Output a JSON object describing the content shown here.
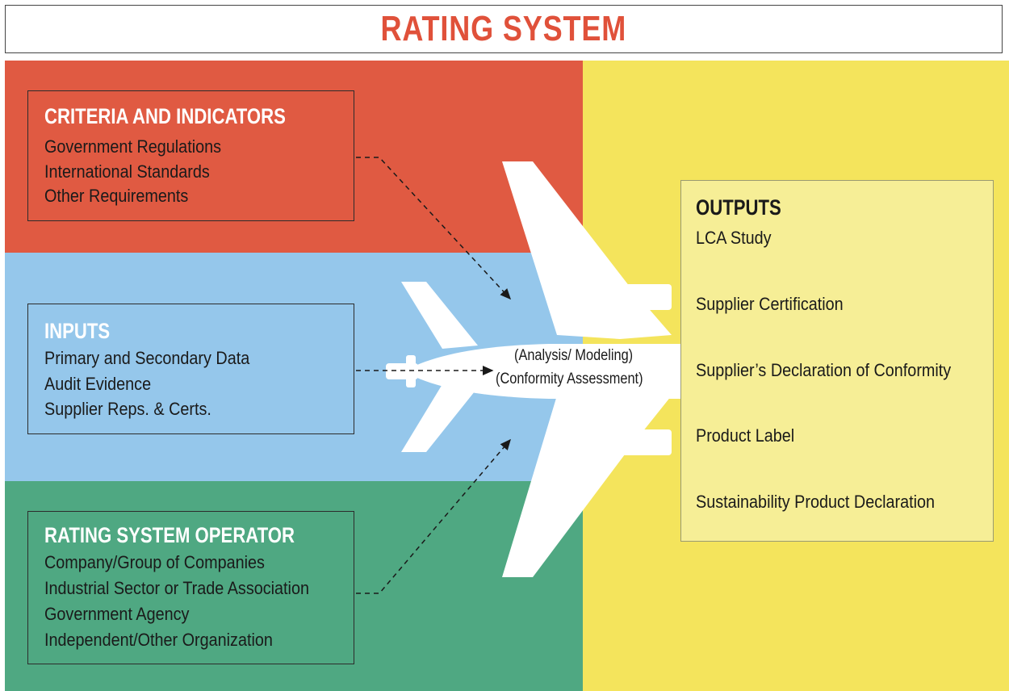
{
  "title": "RATING SYSTEM",
  "colors": {
    "title_red": "#e0513a",
    "criteria_band": "#e05a42",
    "inputs_band": "#95c7eb",
    "operator_band": "#4fa882",
    "outputs_band": "#f4e45c",
    "outputs_box": "#f6ee96",
    "airplane": "#ffffff"
  },
  "icons": [
    "airplane-icon",
    "dashed-arrow"
  ],
  "criteria": {
    "heading": "CRITERIA AND INDICATORS",
    "items": [
      "Government Regulations",
      "International Standards",
      "Other Requirements"
    ]
  },
  "inputs": {
    "heading": "INPUTS",
    "items": [
      "Primary and Secondary Data",
      "Audit Evidence",
      "Supplier Reps. & Certs."
    ]
  },
  "operator": {
    "heading": "RATING SYSTEM OPERATOR",
    "items": [
      "Company/Group of Companies",
      "Industrial Sector or Trade Association",
      "Government Agency",
      "Independent/Other Organization"
    ]
  },
  "center": {
    "line1": "(Analysis/ Modeling)",
    "line2": "(Conformity Assessment)"
  },
  "outputs": {
    "heading": "OUTPUTS",
    "items": [
      "LCA Study",
      "Supplier Certification",
      "Supplier’s Declaration of Conformity",
      "Product Label",
      "Sustainability Product Declaration"
    ]
  }
}
